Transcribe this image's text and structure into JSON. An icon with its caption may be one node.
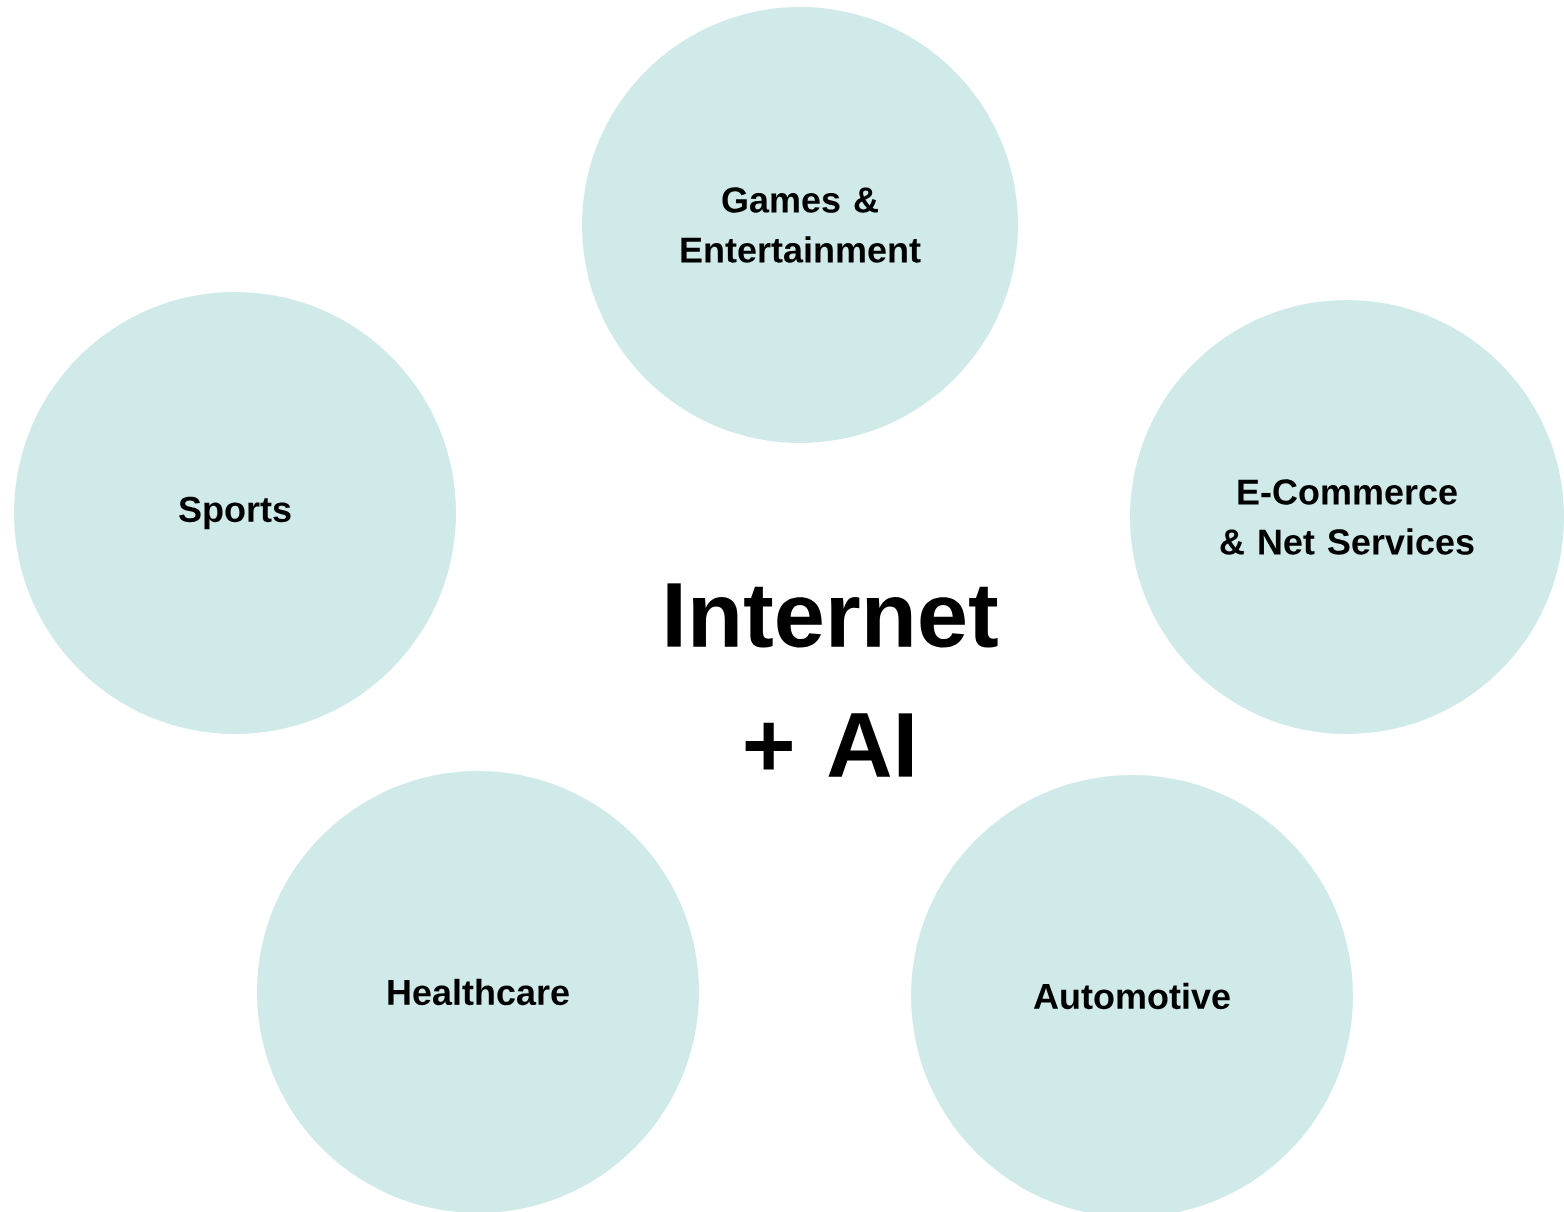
{
  "diagram": {
    "nodes": [
      {
        "text": [
          "Games & Entertainment"
        ]
      },
      {
        "text": [
          "Sports"
        ]
      },
      {
        "text": [
          "E-Commerce & Net Services"
        ]
      },
      {
        "text": [
          "Healthcare"
        ]
      },
      {
        "text": [
          "Automotive"
        ]
      }
    ],
    "labels": [
      "Internet + AI"
    ]
  }
}
